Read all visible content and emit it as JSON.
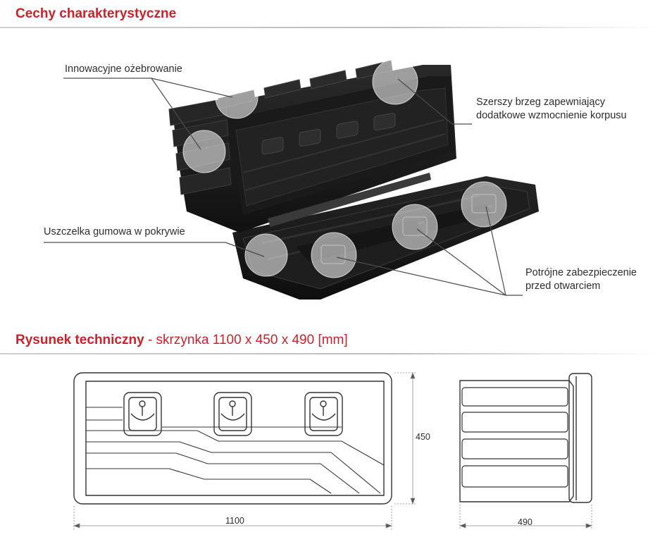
{
  "features": {
    "title": "Cechy charakterystyczne",
    "callouts": {
      "ribbing": "Innowacyjne ożebrowanie",
      "edge_line1": "Szerszy brzeg zapewniający",
      "edge_line2": "dodatkowe wzmocnienie korpusu",
      "seal": "Uszczelka gumowa w pokrywie",
      "locks_line1": "Potrójne zabezpieczenie",
      "locks_line2": "przed otwarciem"
    }
  },
  "drawing": {
    "title": "Rysunek techniczny",
    "subtitle": "- skrzynka 1100 x 450 x 490 [mm]",
    "dimensions": {
      "width": "1100",
      "height": "450",
      "depth": "490"
    }
  },
  "colors": {
    "accent": "#c8222b",
    "box_body": "#1c1c1c",
    "line": "#333333"
  }
}
